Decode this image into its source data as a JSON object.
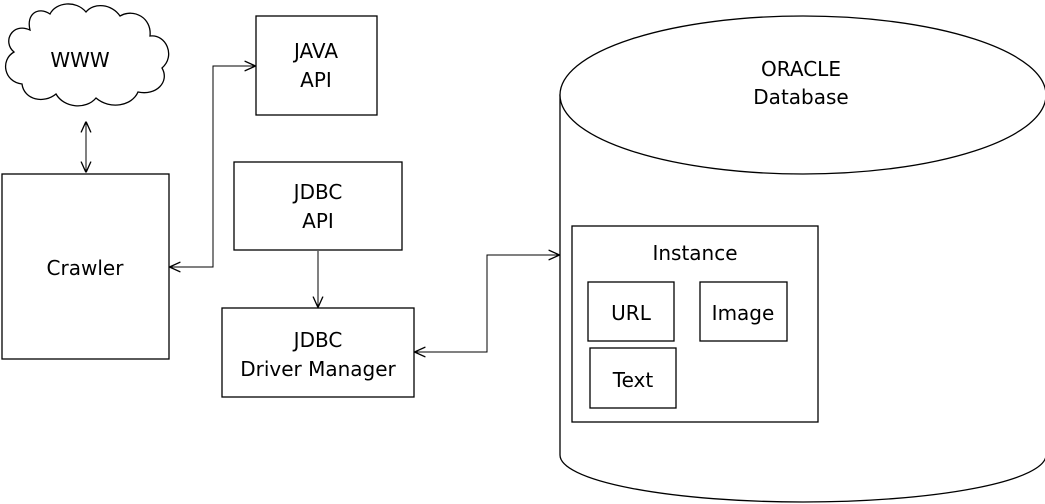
{
  "nodes": {
    "www": {
      "label": "WWW"
    },
    "crawler": {
      "label": "Crawler"
    },
    "java_api": {
      "line1": "JAVA",
      "line2": "API"
    },
    "jdbc_api": {
      "line1": "JDBC",
      "line2": "API"
    },
    "jdbc_driver_manager": {
      "line1": "JDBC",
      "line2": "Driver Manager"
    },
    "oracle_database": {
      "line1": "ORACLE",
      "line2": "Database"
    },
    "instance": {
      "label": "Instance",
      "items": {
        "url": "URL",
        "image": "Image",
        "text": "Text"
      }
    }
  },
  "colors": {
    "stroke": "#000000",
    "fill": "#ffffff"
  }
}
